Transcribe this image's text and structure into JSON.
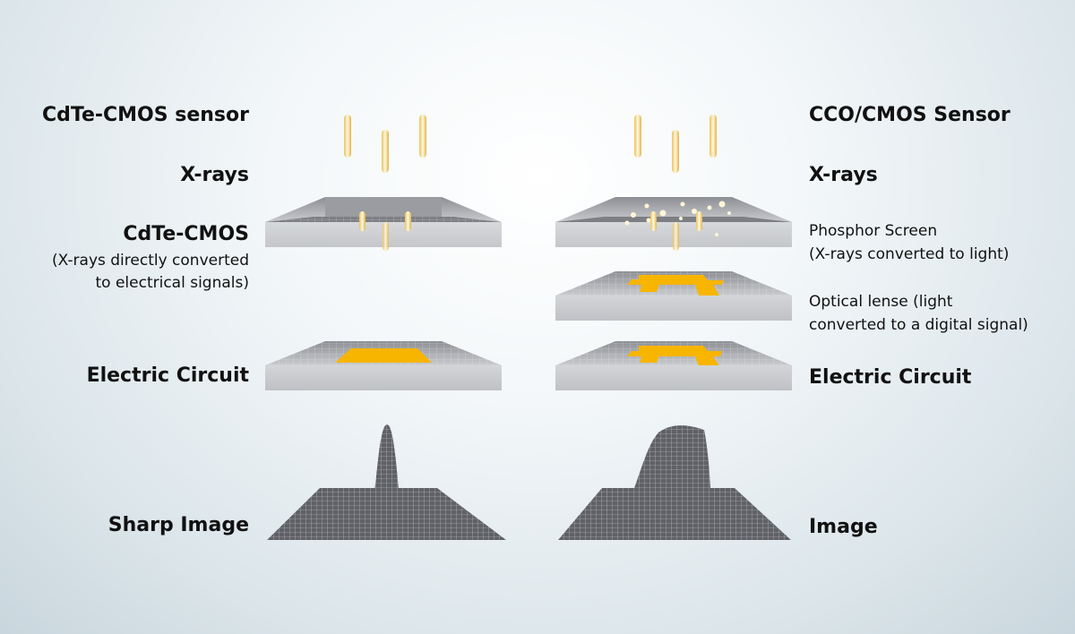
{
  "left": {
    "title": "CdTe-CMOS sensor",
    "xrays": "X-rays",
    "sensor": "CdTe-CMOS",
    "sensor_desc_1": "(X-rays directly converted",
    "sensor_desc_2": "to electrical signals)",
    "circuit": "Electric Circuit",
    "result": "Sharp Image"
  },
  "right": {
    "title": "CCO/CMOS Sensor",
    "xrays": "X-rays",
    "phosphor": "Phosphor Screen",
    "phosphor_desc": "(X-rays converted to light)",
    "optical_1": "Optical lense (light",
    "optical_2": "converted to a digital signal)",
    "circuit": "Electric Circuit",
    "result": "Image"
  },
  "colors": {
    "signal": "#f7b500",
    "slab": "#c4c6ca",
    "mesh": "#6b6d72",
    "ray": "#f3d27a"
  }
}
